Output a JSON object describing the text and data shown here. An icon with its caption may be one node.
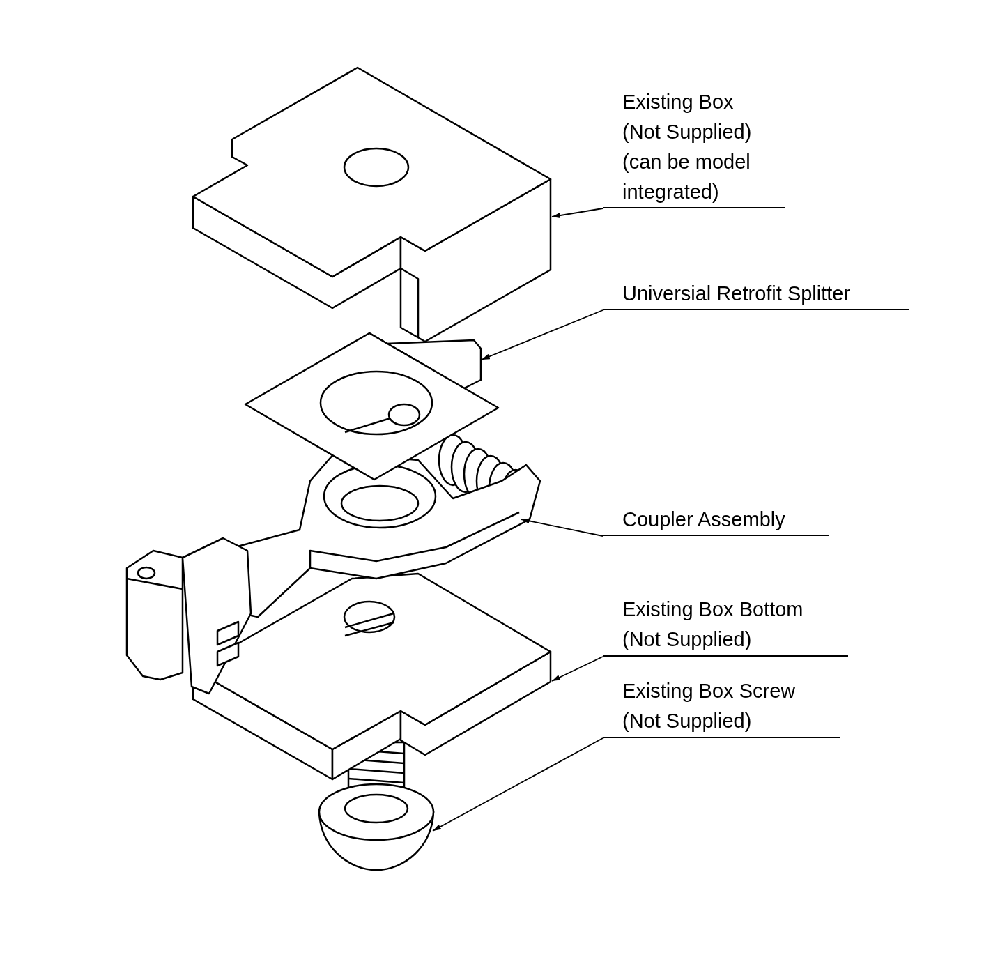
{
  "diagram": {
    "nodes": [
      {
        "text": [
          "Existing Box",
          "(Not Supplied) (can be model integrated)"
        ]
      },
      {
        "text": [
          "Universial Retrofit Splitter"
        ]
      },
      {
        "text": [
          "Coupler Assembly"
        ]
      },
      {
        "text": [
          "Existing Box Bottom",
          "(Not Supplied)"
        ]
      },
      {
        "text": [
          "Existing Box Screw",
          "(Not Supplied)"
        ]
      },
      {
        "text": [],
        "shape": "picture"
      },
      {
        "text": [],
        "shape": "picture"
      },
      {
        "text": [],
        "shape": "picture"
      },
      {
        "text": [],
        "shape": "picture"
      },
      {
        "text": [],
        "shape": "picture"
      }
    ],
    "edges": [
      {
        "from": 0,
        "to": 5,
        "arrow": "to"
      },
      {
        "from": 1,
        "to": 6,
        "arrow": "to"
      },
      {
        "from": 2,
        "to": 7,
        "arrow": "to"
      },
      {
        "from": 3,
        "to": 8,
        "arrow": "to"
      },
      {
        "from": 4,
        "to": 9,
        "arrow": "to"
      }
    ]
  }
}
